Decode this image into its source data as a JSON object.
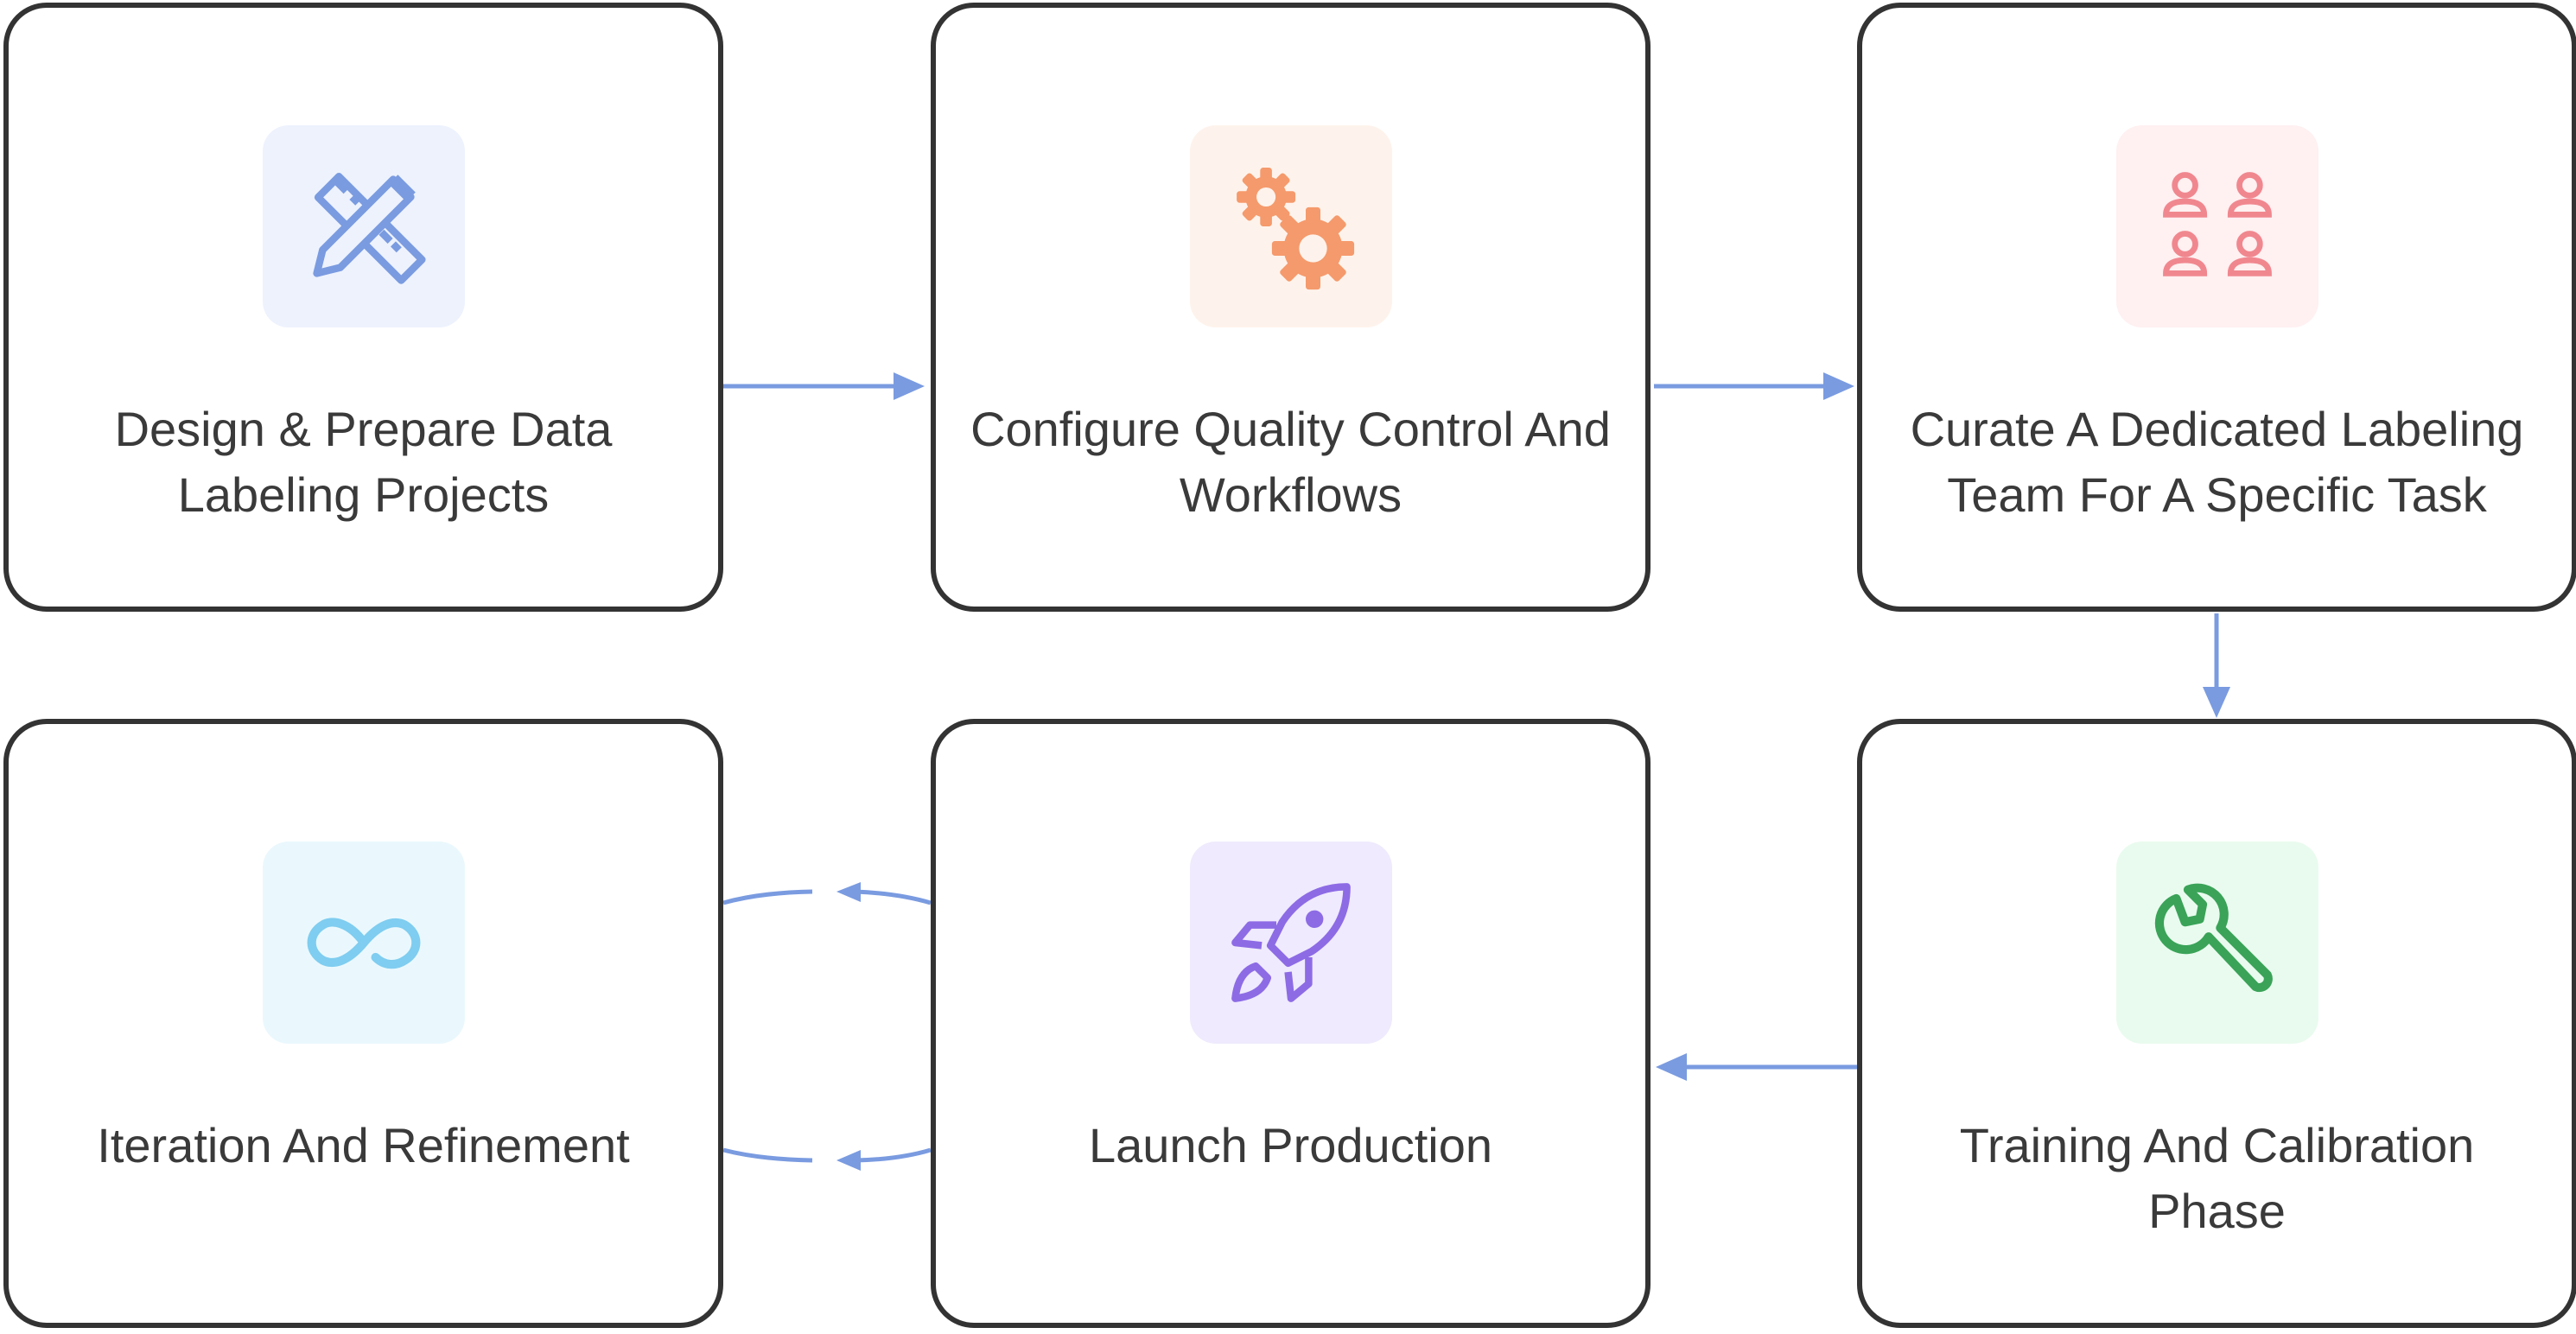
{
  "steps": [
    {
      "label": "Design & Prepare Data Labeling Projects",
      "icon": "pencil-ruler-icon",
      "tile_color": "#edf2fd",
      "icon_color": "#7a9be0"
    },
    {
      "label": "Configure Quality Control And Workflows",
      "icon": "gears-icon",
      "tile_color": "#fef3ec",
      "icon_color": "#f59a6c"
    },
    {
      "label": "Curate A Dedicated Labeling Team For A Specific Task",
      "icon": "team-icon",
      "tile_color": "#fff0f1",
      "icon_color": "#f0878f"
    },
    {
      "label": "Training And Calibration Phase",
      "icon": "wrench-icon",
      "tile_color": "#e9fbee",
      "icon_color": "#3aa358"
    },
    {
      "label": "Launch Production",
      "icon": "rocket-icon",
      "tile_color": "#efeafd",
      "icon_color": "#8d6be5"
    },
    {
      "label": "Iteration And Refinement",
      "icon": "infinity-icon",
      "tile_color": "#eaf8fd",
      "icon_color": "#7fcdf0"
    }
  ],
  "colors": {
    "arrow": "#7a9be0",
    "border": "#333333",
    "text": "#3a3a3a"
  }
}
